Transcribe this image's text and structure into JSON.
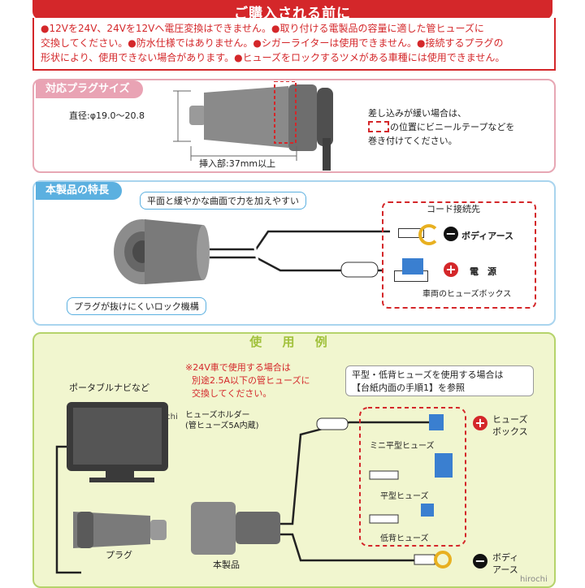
{
  "header": {
    "title": "ご購入される前に",
    "warnings": [
      "●12Vを24V、24Vを12Vへ電圧変換はできません。●取り付ける電製品の容量に適した管ヒューズに",
      "交換してください。●防水仕様ではありません。●シガーライターは使用できません。●接続するプラグの",
      "形状により、使用できない場合があります。●ヒューズをロックするツメがある車種には使用できません。"
    ]
  },
  "plug_size": {
    "tag": "対応プラグサイズ",
    "diameter": "直径:φ19.0〜20.8",
    "insert_length": "挿入部:37mm以上",
    "note_lines": [
      "差し込みが緩い場合は、",
      "の位置にビニールテープなどを",
      "巻き付けてください。"
    ]
  },
  "features": {
    "tag": "本製品の特長",
    "callout_top": "平面と緩やかな曲面で力を加えやすい",
    "callout_bottom": "プラグが抜けにくいロック機構",
    "cord_title": "コード接続先",
    "body_earth": "ボディアース",
    "power": "電　源",
    "fuse_box": "車両のヒューズボックス"
  },
  "usage": {
    "tag": "使 用 例",
    "warn_lines": [
      "※24V車で使用する場合は",
      "別途2.5A以下の管ヒューズに",
      "交換してください。"
    ],
    "portable_navi": "ポータブルナビなど",
    "watermark": "hirochi",
    "fuse_holder_lines": [
      "ヒューズホルダー",
      "(管ヒューズ5A内蔵)"
    ],
    "fuse_note_lines": [
      "平型・低背ヒューズを使用する場合は",
      "【台紙内面の手順1】を参照"
    ],
    "fuse_types": [
      "ミニ平型ヒューズ",
      "平型ヒューズ",
      "低背ヒューズ"
    ],
    "fuse_box_lines": [
      "ヒューズ",
      "ボックス"
    ],
    "body_earth_lines": [
      "ボディ",
      "アース"
    ],
    "plug": "プラグ",
    "product": "本製品"
  },
  "colors": {
    "red": "#d4272a",
    "pink": "#e9a3b4",
    "blue": "#5bb0e0",
    "green": "#b5d36b"
  }
}
